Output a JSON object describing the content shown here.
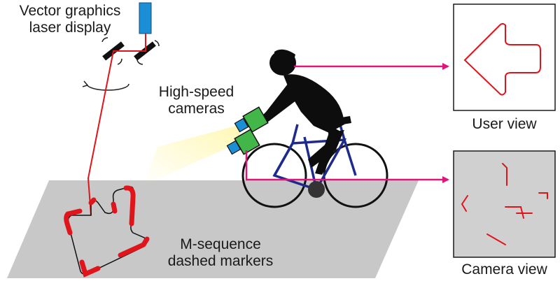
{
  "labels": {
    "laser_line1": "Vector graphics",
    "laser_line2": "laser display",
    "cameras_line1": "High-speed",
    "cameras_line2": "cameras",
    "markers_line1": "M-sequence",
    "markers_line2": "dashed markers",
    "user_view": "User view",
    "camera_view": "Camera view"
  },
  "colors": {
    "laser": "#e0151c",
    "arrow": "#e0157c",
    "floor": "#c8c8c8",
    "camera_panel": "#d0d0d0",
    "projector": "#1b8fd6",
    "camera_body": "#43b649",
    "bicycle": "#1e2a8c",
    "rider": "#0d0d0d"
  },
  "icons": [
    "laser-projector-icon",
    "galvo-mirror-icon",
    "rotation-arrow-icon",
    "high-speed-camera-icon",
    "rider-silhouette-icon",
    "bicycle-icon"
  ]
}
